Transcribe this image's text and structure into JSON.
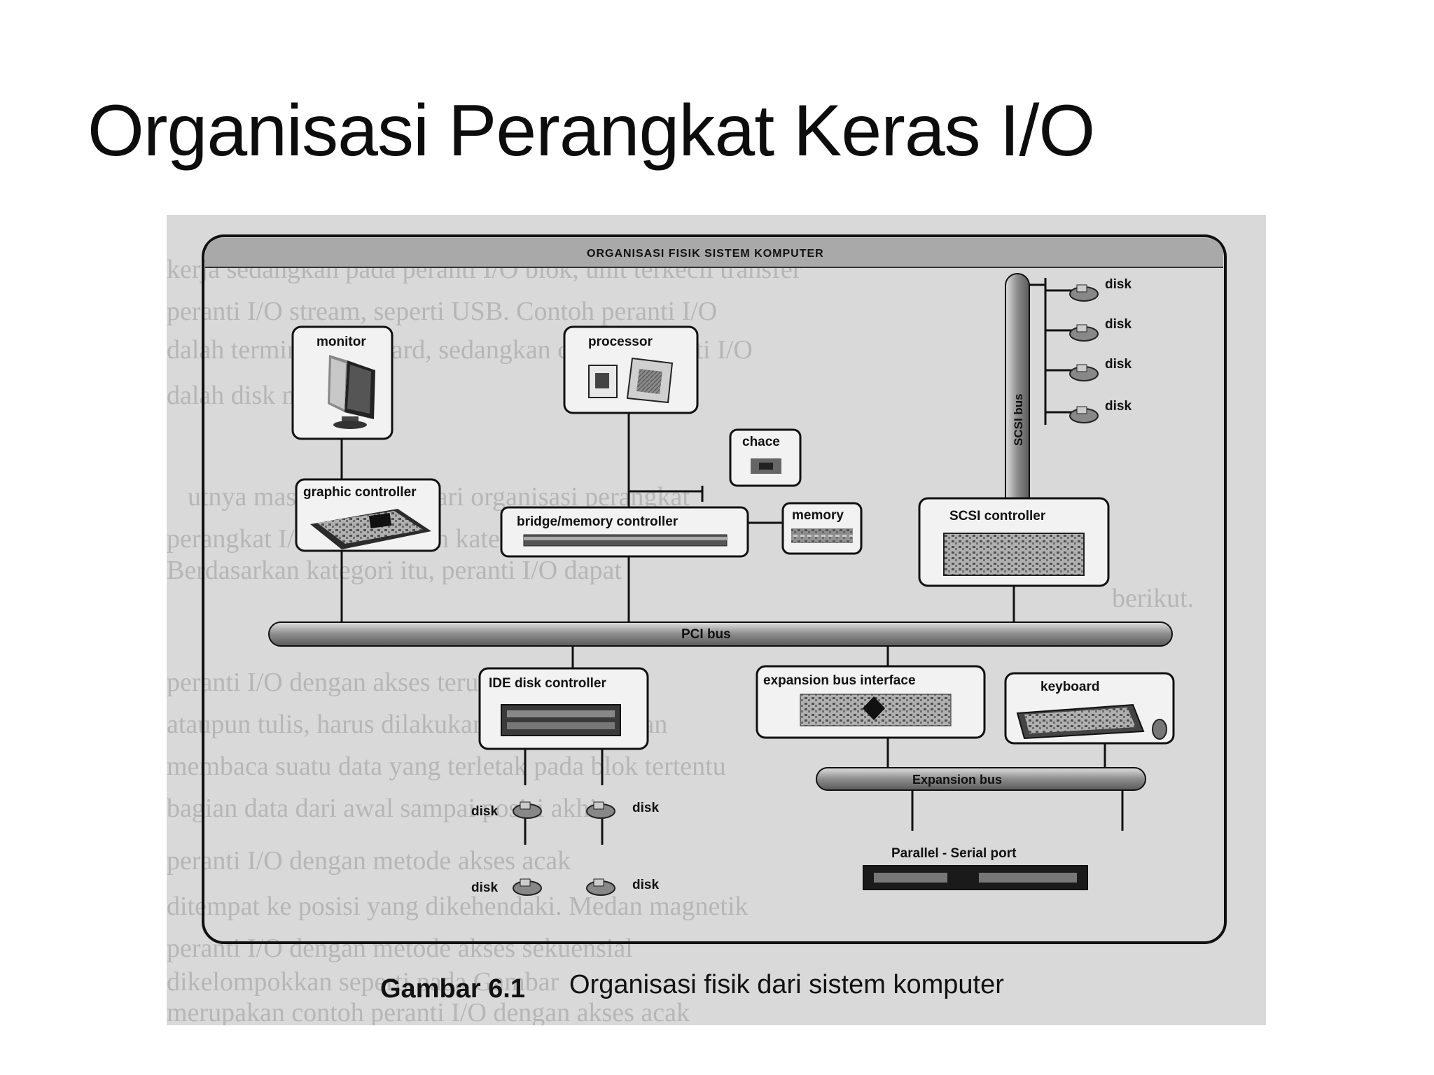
{
  "slide": {
    "title": "Organisasi Perangkat Keras I/O"
  },
  "figure": {
    "frame_title": "ORGANISASI FISIK SISTEM KOMPUTER",
    "caption_bold": "Gambar 6.1",
    "caption_text": "Organisasi fisik dari sistem komputer",
    "components": {
      "monitor": "monitor",
      "processor": "processor",
      "chace": "chace",
      "graphic_controller": "graphic controller",
      "bridge_memory_controller": "bridge/memory controller",
      "memory": "memory",
      "scsi_controller": "SCSI controller",
      "ide_disk_controller": "IDE disk controller",
      "expansion_bus_interface": "expansion bus interface",
      "keyboard": "keyboard",
      "parallel_serial_port": "Parallel - Serial port"
    },
    "buses": {
      "scsi_bus": "SCSI bus",
      "pci_bus": "PCI bus",
      "expansion_bus": "Expansion bus"
    },
    "disk_label": "disk",
    "background_text": [
      "kerja sedangkan pada peranti I/O blok, unit terkecil transfer",
      "peranti I/O stream, seperti USB. Contoh peranti I/O",
      "dalah terminal keyboard, sedangkan contoh peranti I/O",
      "dalah disk magnetik.",
      "utnya masing-masing dari organisasi perangkat",
      "perangkat I/O berdasarkan kategori sebagai",
      "Berdasarkan kategori itu, peranti I/O dapat",
      "berikut.",
      "peranti I/O dengan akses terurut",
      "ataupun tulis, harus dilakukan secara berurutan",
      "membaca suatu data yang terletak pada blok tertentu",
      "bagian data dari awal sampai posisi akhir",
      "peranti I/O dengan metode akses acak",
      "ditempat ke posisi yang dikehendaki. Medan magnetik",
      "peranti I/O dengan metode akses sekuensial",
      "dikelompokkan seperti pada Gambar",
      "merupakan contoh peranti I/O dengan akses acak"
    ]
  }
}
